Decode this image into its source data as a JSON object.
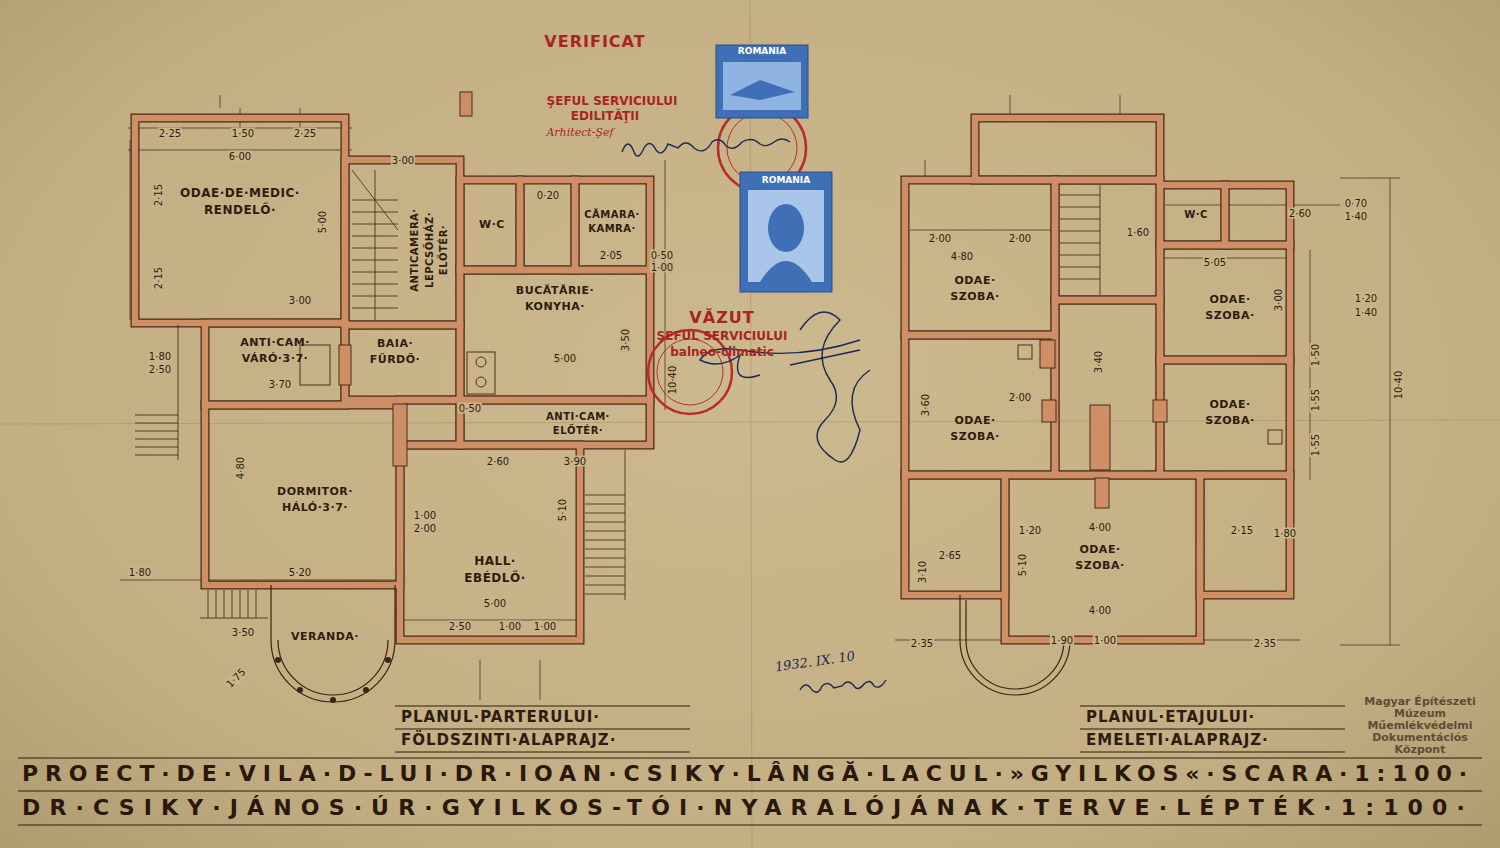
{
  "diagram": {
    "title": "PROECT·DE·VILA·D-LUI·DR·IOAN·CSIKY·LÂNGĂ·LACUL·»GYILKOS«·SCARA·1:100·",
    "caption": "DR·CSIKY·JÁNOS·ÚR·GYILKOS-TÓI·NYARALÓJÁNAK·TERVE·LÉPTÉK·1:100·",
    "nodes": [
      {
        "text": [
          "ODAE·DE·MEDIC·",
          "RENDELŐ·"
        ]
      },
      {
        "text": [
          "ANTICAMERA·",
          "LEPCSŐHÁZ·",
          "ELŐTÉR·"
        ]
      },
      {
        "text": [
          "W·C"
        ]
      },
      {
        "text": [
          "CĂMARA·",
          "KAMRA·"
        ]
      },
      {
        "text": [
          "BUCĂTĂRIE·",
          "KONYHA·"
        ]
      },
      {
        "text": [
          "ANTI·CAM·",
          "VÁRÓ·3·7·"
        ]
      },
      {
        "text": [
          "BAIA·",
          "FÜRDŐ·"
        ]
      },
      {
        "text": [
          "ANTI·CAM·",
          "ELŐTÉR·"
        ]
      },
      {
        "text": [
          "DORMITOR·",
          "HÁLÓ·3·7·"
        ]
      },
      {
        "text": [
          "HALL·",
          "EBÉDLŐ·"
        ]
      },
      {
        "text": [
          "VERANDA·"
        ]
      },
      {
        "text": [
          "ODAE·",
          "SZOBA·"
        ]
      },
      {
        "text": [
          "W·C"
        ]
      },
      {
        "text": [
          "ODAE·",
          "SZOBA·"
        ]
      },
      {
        "text": [
          "ODAE·",
          "SZOBA·"
        ]
      },
      {
        "text": [
          "ODAE·",
          "SZOBA·"
        ]
      },
      {
        "text": [
          "ODAE·",
          "SZOBA·"
        ]
      }
    ],
    "labels": [
      "VERIFICAT",
      "ŞEFUL SERVICIULUI",
      "EDILITĂŢII",
      "Arhitect-Şef",
      "ROMANIA",
      "ROMANIA",
      "VĂZUT",
      "ŞEFUL SERVICIULUI",
      "balneo-climatic",
      "1932. IX. 10",
      "PLANUL·PARTERULUI·",
      "FÖLDSZINTI·ALAPRAJZ·",
      "PLANUL·ETAJULUI·",
      "EMELETI·ALAPRAJZ·",
      "Magyar Építészeti Múzeum",
      "Műemlékvédelmi Dokumentációs Központ",
      "2·25",
      "1·50",
      "2·25",
      "6·00",
      "3·00",
      "2·15",
      "2·15",
      "5·00",
      "3·00",
      "1·80",
      "2·50",
      "3·70",
      "4·80",
      "5·20",
      "1·80",
      "3·50",
      "1·75",
      "2·60",
      "3·90",
      "1·00",
      "2·00",
      "5·10",
      "5·00",
      "2·50",
      "1·00",
      "1·00",
      "3·50",
      "5·00",
      "10·40",
      "2·05",
      "0·50",
      "1·00",
      "0·20",
      "0·50",
      "2·00",
      "2·00",
      "4·80",
      "3·60",
      "2·00",
      "3·40",
      "1·60",
      "2·60",
      "5·05",
      "3·00",
      "1·50",
      "1·55",
      "1·55",
      "1·20",
      "1·40",
      "10·40",
      "2·65",
      "3·10",
      "1·20",
      "4·00",
      "5·10",
      "4·00",
      "1·90",
      "1·00",
      "2·35",
      "2·35",
      "2·15",
      "1·80",
      "0·70",
      "1·40"
    ]
  }
}
